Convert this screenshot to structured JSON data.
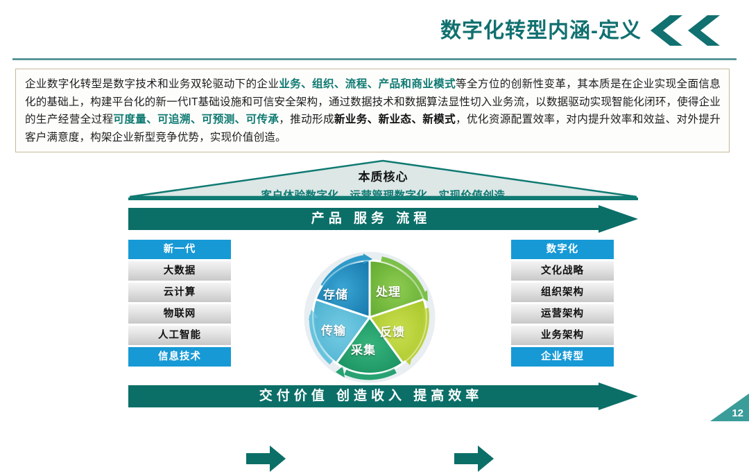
{
  "header": {
    "title": "数字化转型内涵-定义",
    "chevron_icon": "double-chevron-left-icon",
    "accent_color": "#117070"
  },
  "summary": {
    "segments": [
      {
        "text": "企业数字化转型是数字技术和业务双轮驱动下的企业",
        "style": "normal"
      },
      {
        "text": "业务、组织、流程、产品和商业模式",
        "style": "teal-bold"
      },
      {
        "text": "等全方位的创新性变革，其本质是在企业实现全面信息化的基础上，构建平台化的新一代IT基础设施和可信安全架构，通过数据技术和数据算法显性切入业务流，以数据驱动实现智能化闭环，使得企业的生产经营全过程",
        "style": "normal"
      },
      {
        "text": "可度量、可追溯、可预测、可传承",
        "style": "teal-bold"
      },
      {
        "text": "，推动形成",
        "style": "normal"
      },
      {
        "text": "新业务、新业态、新模式",
        "style": "dark-bold"
      },
      {
        "text": "，优化资源配置效率，对内提升效率和效益、对外提升客户满意度，构架企业新型竞争优势，实现价值创造。",
        "style": "normal"
      }
    ]
  },
  "diagram": {
    "roof": {
      "core_label": "本质核心",
      "sub_label": "客户体验数字化　运营管理数字化、实现价值创造"
    },
    "banner_top": {
      "label": "产品 服务 流程",
      "arrow_icon": "right-arrow-banner-icon"
    },
    "banner_bottom": {
      "label": "交付价值 创造收入 提高效率",
      "arrow_icon": "right-arrow-banner-icon"
    },
    "stack_left": {
      "items": [
        {
          "label": "新一代",
          "style": "accent"
        },
        {
          "label": "大数据",
          "style": "plain"
        },
        {
          "label": "云计算",
          "style": "plain"
        },
        {
          "label": "物联网",
          "style": "plain"
        },
        {
          "label": "人工智能",
          "style": "plain"
        },
        {
          "label": "信息技术",
          "style": "accent"
        }
      ]
    },
    "stack_right": {
      "items": [
        {
          "label": "数字化",
          "style": "accent"
        },
        {
          "label": "文化战略",
          "style": "plain"
        },
        {
          "label": "组织架构",
          "style": "plain"
        },
        {
          "label": "运营架构",
          "style": "plain"
        },
        {
          "label": "业务架构",
          "style": "plain"
        },
        {
          "label": "企业转型",
          "style": "accent"
        }
      ]
    },
    "arrow_left_icon": "right-arrow-icon",
    "arrow_right_icon": "right-arrow-icon",
    "wheel": {
      "segments": [
        {
          "label": "存储",
          "color": "#1f84b8",
          "position": "top-left"
        },
        {
          "label": "处理",
          "color": "#76bc3f",
          "position": "top-right"
        },
        {
          "label": "反馈",
          "color": "#b5d233",
          "position": "right"
        },
        {
          "label": "采集",
          "color": "#22a06b",
          "position": "bottom"
        },
        {
          "label": "传输",
          "color": "#57bcd9",
          "position": "left"
        }
      ]
    }
  },
  "footer": {
    "page_number": "12"
  },
  "colors": {
    "teal": "#0f7a72",
    "teal_dark": "#117070",
    "blue_accent": "#1799d6",
    "corner": "#3a9d9a"
  }
}
